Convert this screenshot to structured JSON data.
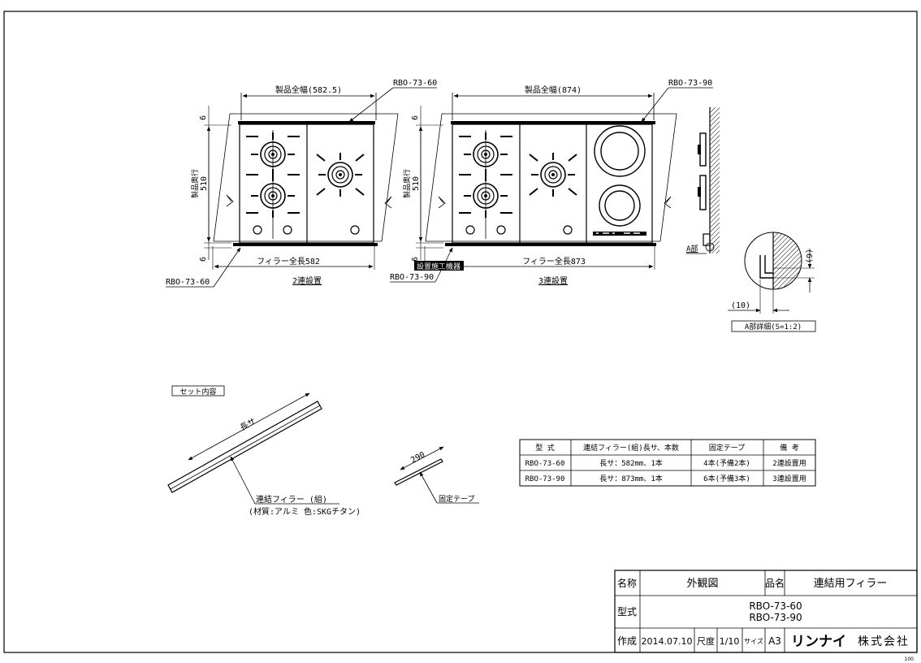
{
  "drawing": {
    "left": {
      "width_dim": "製品全幅(582.5)",
      "model_callout_top": "RBO-73-60",
      "model_callout_bottom": "RBO-73-60",
      "depth_dim_line1": "製品奥行",
      "depth_dim_line2": "510",
      "gap_top": "6",
      "gap_bottom": "6",
      "filler_length": "フィラー全長582",
      "caption": "2連設置"
    },
    "right": {
      "width_dim": "製品全幅(874)",
      "model_callout_top": "RBO-73-90",
      "model_callout_bottom": "RBO-73-90",
      "depth_dim_line1": "製品奥行",
      "depth_dim_line2": "510",
      "gap_top": "6",
      "gap_bottom": "6",
      "filler_length": "フィラー全長873",
      "caption": "3連設置",
      "construction_label": "設置施工機器"
    },
    "detail": {
      "part_label": "A部",
      "dim_gap": "(6)",
      "dim_width": "(10)",
      "caption": "A部詳細(S=1:2)"
    },
    "set_contents": {
      "title": "セット内容",
      "length_label": "長サ",
      "filler_label": "連結フィラー (組)",
      "material_label": "(材質:アルミ 色:SKGチタン)",
      "tape_length": "290",
      "tape_label": "固定テープ"
    }
  },
  "spec_table": {
    "headers": [
      "型 式",
      "連結フィラー(組)長サ、本数",
      "固定テープ",
      "備 考"
    ],
    "rows": [
      [
        "RBO-73-60",
        "長サ：582mm、1本",
        "4本(予備2本)",
        "2連設置用"
      ],
      [
        "RBO-73-90",
        "長サ：873mm、1本",
        "6本(予備3本)",
        "3連設置用"
      ]
    ]
  },
  "title_block": {
    "name_label": "名称",
    "name_value": "外観図",
    "product_label": "品名",
    "product_value": "連結用フィラー",
    "model_label": "型式",
    "model_line1": "RBO-73-60",
    "model_line2": "RBO-73-90",
    "made_label": "作成",
    "made_date": "2014.07.10",
    "scale_label": "尺度",
    "scale_value": "1/10",
    "size_label": "サイズ",
    "size_value": "A3",
    "brand_main": "リンナイ",
    "brand_sub": "株式会社",
    "corner_code": "100"
  },
  "colors": {
    "line": "#000000",
    "background": "#ffffff"
  }
}
